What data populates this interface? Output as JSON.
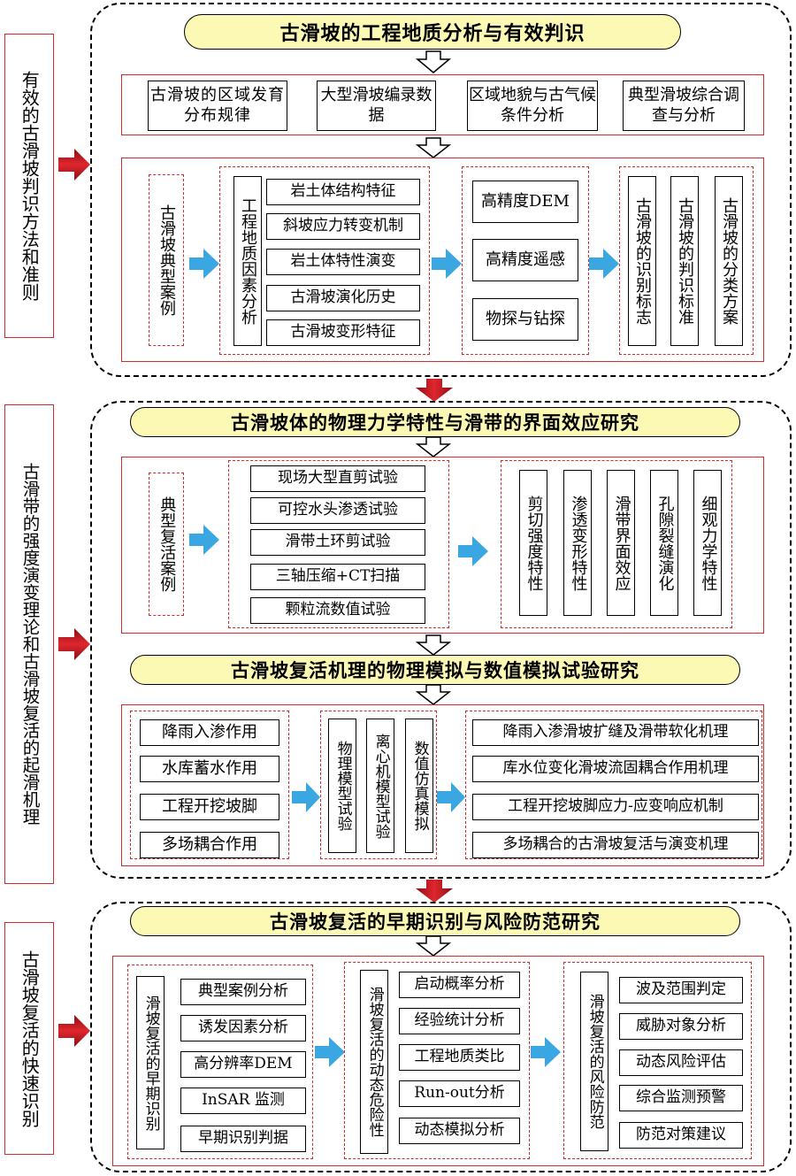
{
  "side_labels": [
    "有效的古滑坡判识方法和准则",
    "古滑带的强度演变理论和古滑坡复活的起滑机理",
    "古滑坡复活的快速识别"
  ],
  "titles": [
    "古滑坡的工程地质分析与有效判识",
    "古滑坡体的物理力学特性与滑带的界面效应研究",
    "古滑坡复活机理的物理模拟与数值模拟试验研究",
    "古滑坡复活的早期识别与风险防范研究"
  ],
  "section1": {
    "top_boxes": [
      "古滑坡的区域发育分布规律",
      "大型滑坡编录数据",
      "区域地貌与古气候条件分析",
      "典型滑坡综合调查与分析"
    ],
    "case": "古滑坡典型案例",
    "factor_head": "工程地质因素分析",
    "factors": [
      "岩土体结构特征",
      "斜坡应力转变机制",
      "岩土体特性演变",
      "古滑坡演化历史",
      "古滑坡变形特征"
    ],
    "methods": [
      "高精度DEM",
      "高精度遥感",
      "物探与钻探"
    ],
    "results": [
      "古滑坡的识别标志",
      "古滑坡的判识标准",
      "古滑坡的分类方案"
    ]
  },
  "section2": {
    "case": "典型复活案例",
    "tests": [
      "现场大型直剪试验",
      "可控水头渗透试验",
      "滑带土环剪试验",
      "三轴压缩+CT扫描",
      "颗粒流数值试验"
    ],
    "properties": [
      "剪切强度特性",
      "渗透变形特性",
      "滑带界面效应",
      "孔隙裂缝演化",
      "细观力学特性"
    ]
  },
  "section3": {
    "factors": [
      "降雨入渗作用",
      "水库蓄水作用",
      "工程开挖坡脚",
      "多场耦合作用"
    ],
    "models": [
      "物理模型试验",
      "离心机模型试验",
      "数值仿真模拟"
    ],
    "mechanisms": [
      "降雨入渗滑坡扩缝及滑带软化机理",
      "库水位变化滑坡流固耦合作用机理",
      "工程开挖坡脚应力-应变响应机制",
      "多场耦合的古滑坡复活与演变机理"
    ]
  },
  "section4": {
    "early_head": "滑坡复活的早期识别",
    "early_items": [
      "典型案例分析",
      "诱发因素分析",
      "高分辨率DEM",
      "InSAR 监测",
      "早期识别判据"
    ],
    "danger_head": "滑坡复活的动态危险性",
    "danger_items": [
      "启动概率分析",
      "经验统计分析",
      "工程地质类比",
      "Run-out分析",
      "动态模拟分析"
    ],
    "risk_head": "滑坡复活的风险防范",
    "risk_items": [
      "波及范围判定",
      "威胁对象分析",
      "动态风险评估",
      "综合监测预警",
      "防范对策建议"
    ]
  },
  "colors": {
    "red_border": "#d42a2a",
    "blue_arrow": "#3aa6e2",
    "red_arrow": "#c8141e",
    "title_fill": "#fcf9b4"
  }
}
